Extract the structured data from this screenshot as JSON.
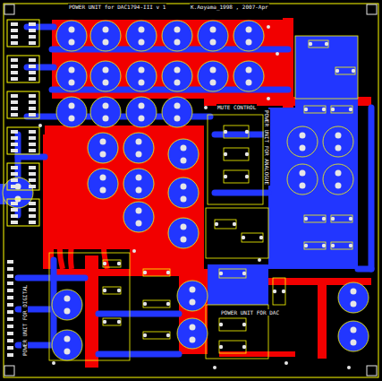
{
  "diagram": {
    "title": "POWER UNIT for DAC1794-III v 1",
    "labels": [
      "K.Aoyama_1998 , 2007-Apr",
      "MUTE CONTROL",
      "POWER UNIT FOR ANALOGUE",
      "POWER UNIT FOR DAC",
      "POWER UNIT FOR DIGITAL"
    ]
  }
}
